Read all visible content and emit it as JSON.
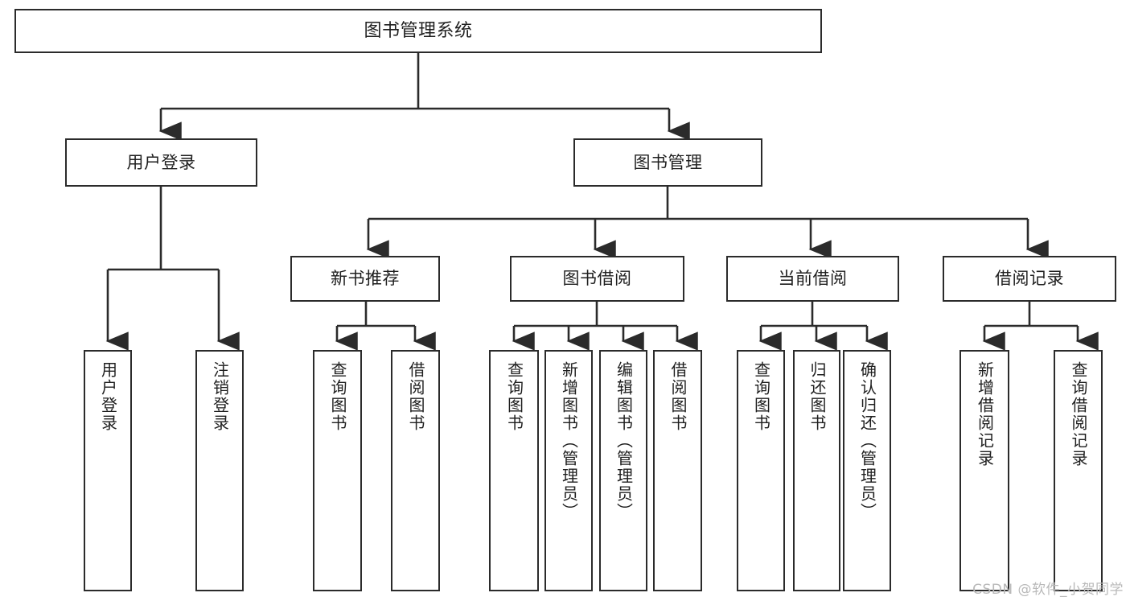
{
  "diagram": {
    "title": "图书管理系统",
    "type": "tree",
    "colors": {
      "box_border": "#2b2b2b",
      "box_fill": "#ffffff",
      "connector": "#2b2b2b",
      "text": "#1f1f1f",
      "watermark": "#b9b9b9",
      "background": "#ffffff"
    },
    "watermark": "CSDN @软件_小贺同学"
  },
  "nodes": {
    "root": {
      "label": "图书管理系统"
    },
    "level1": [
      {
        "id": "user-login",
        "label": "用户登录"
      },
      {
        "id": "book-management",
        "label": "图书管理"
      }
    ],
    "level2": [
      {
        "id": "new-book-recommend",
        "label": "新书推荐"
      },
      {
        "id": "book-borrow",
        "label": "图书借阅"
      },
      {
        "id": "current-borrow",
        "label": "当前借阅"
      },
      {
        "id": "borrow-record",
        "label": "借阅记录"
      }
    ],
    "leaves": {
      "user_login": [
        {
          "id": "leaf-user-login",
          "label": "用户登录"
        },
        {
          "id": "leaf-logout",
          "label": "注销登录"
        }
      ],
      "new_book_recommend": [
        {
          "id": "leaf-query-book-1",
          "label": "查询图书"
        },
        {
          "id": "leaf-borrow-book-1",
          "label": "借阅图书"
        }
      ],
      "book_borrow": [
        {
          "id": "leaf-query-book-2",
          "label": "查询图书"
        },
        {
          "id": "leaf-add-book",
          "label": "新增图书（管理员）"
        },
        {
          "id": "leaf-edit-book",
          "label": "编辑图书（管理员）"
        },
        {
          "id": "leaf-borrow-book-2",
          "label": "借阅图书"
        }
      ],
      "current_borrow": [
        {
          "id": "leaf-query-book-3",
          "label": "查询图书"
        },
        {
          "id": "leaf-return-book",
          "label": "归还图书"
        },
        {
          "id": "leaf-confirm-return",
          "label": "确认归还（管理员）"
        }
      ],
      "borrow_record": [
        {
          "id": "leaf-add-record",
          "label": "新增借阅记录"
        },
        {
          "id": "leaf-query-record",
          "label": "查询借阅记录"
        }
      ]
    }
  }
}
